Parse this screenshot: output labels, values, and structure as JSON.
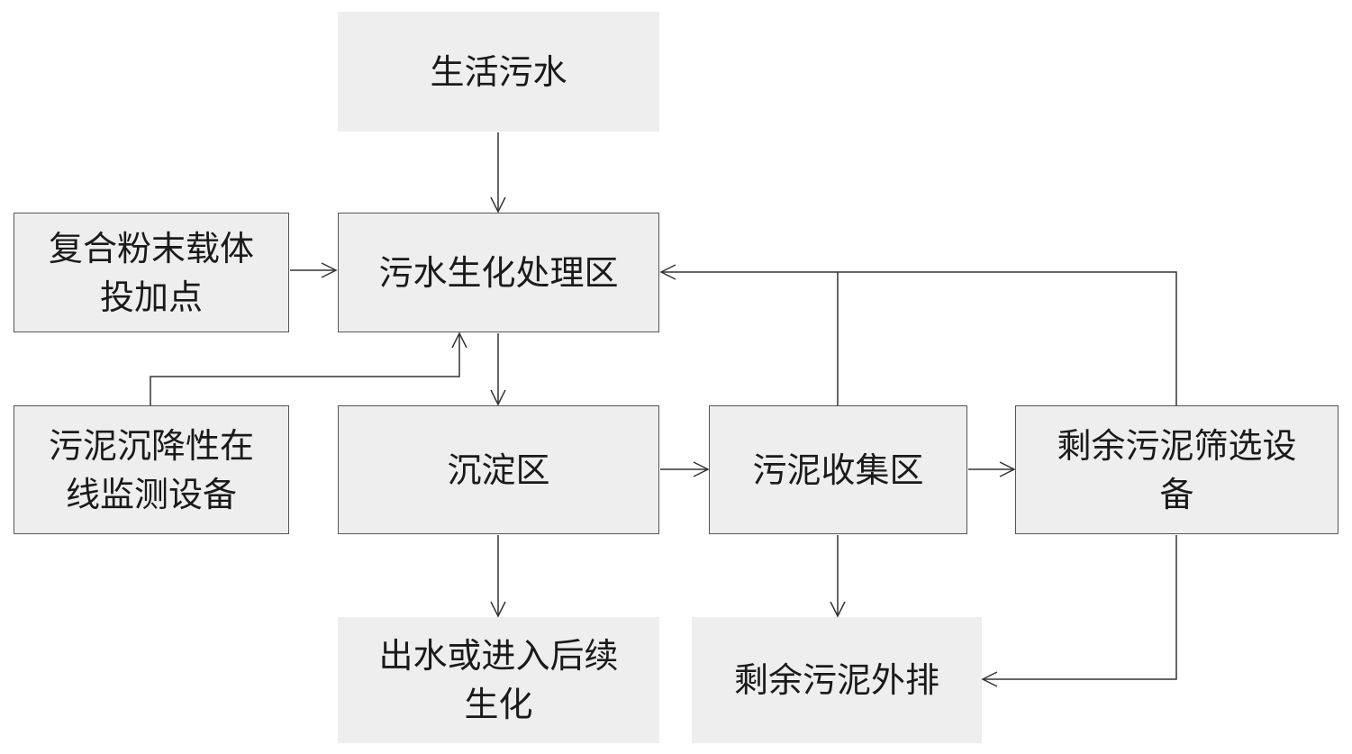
{
  "diagram": {
    "nodes": {
      "domestic_sewage": "生活污水",
      "carrier_dosing": "复合粉末载体\n投加点",
      "biochem_zone": "污水生化处理区",
      "sludge_monitor": "污泥沉降性在\n线监测设备",
      "settling_zone": "沉淀区",
      "sludge_collection": "污泥收集区",
      "sludge_screening": "剩余污泥筛选设\n备",
      "effluent": "出水或进入后续\n生化",
      "sludge_discharge": "剩余污泥外排"
    },
    "edges": [
      {
        "from": "domestic_sewage",
        "to": "biochem_zone"
      },
      {
        "from": "carrier_dosing",
        "to": "biochem_zone"
      },
      {
        "from": "sludge_monitor",
        "to": "biochem_zone"
      },
      {
        "from": "biochem_zone",
        "to": "settling_zone"
      },
      {
        "from": "settling_zone",
        "to": "sludge_collection"
      },
      {
        "from": "settling_zone",
        "to": "effluent"
      },
      {
        "from": "sludge_collection",
        "to": "sludge_screening"
      },
      {
        "from": "sludge_collection",
        "to": "sludge_discharge"
      },
      {
        "from": "sludge_collection",
        "to": "biochem_zone"
      },
      {
        "from": "sludge_screening",
        "to": "biochem_zone"
      },
      {
        "from": "sludge_screening",
        "to": "sludge_discharge"
      }
    ],
    "colors": {
      "box_fill": "#eeeeee",
      "line": "#333333",
      "border": "#555555"
    }
  }
}
